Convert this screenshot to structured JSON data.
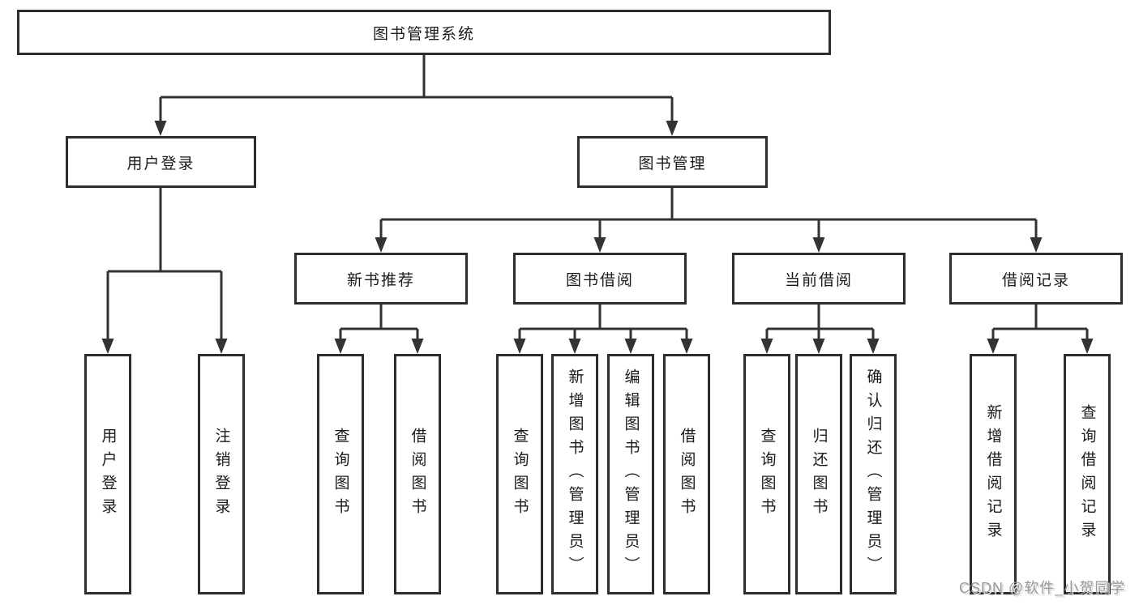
{
  "tree": {
    "label": "图书管理系统",
    "children": [
      {
        "label": "用户登录",
        "children": [
          {
            "label": "用户登录"
          },
          {
            "label": "注销登录"
          }
        ]
      },
      {
        "label": "图书管理",
        "children": [
          {
            "label": "新书推荐",
            "children": [
              {
                "label": "查询图书"
              },
              {
                "label": "借阅图书"
              }
            ]
          },
          {
            "label": "图书借阅",
            "children": [
              {
                "label": "查询图书"
              },
              {
                "label": "新增图书（管理员）"
              },
              {
                "label": "编辑图书（管理员）"
              },
              {
                "label": "借阅图书"
              }
            ]
          },
          {
            "label": "当前借阅",
            "children": [
              {
                "label": "查询图书"
              },
              {
                "label": "归还图书"
              },
              {
                "label": "确认归还（管理员）"
              }
            ]
          },
          {
            "label": "借阅记录",
            "children": [
              {
                "label": "新增借阅记录"
              },
              {
                "label": "查询借阅记录"
              }
            ]
          }
        ]
      }
    ]
  },
  "watermark": "CSDN @软件_小贺同学",
  "colors": {
    "line": "#333333",
    "border": "#2d2d2d",
    "text": "#1a1a1a",
    "watermark_text": "#9a9a9a",
    "background": "#ffffff"
  }
}
